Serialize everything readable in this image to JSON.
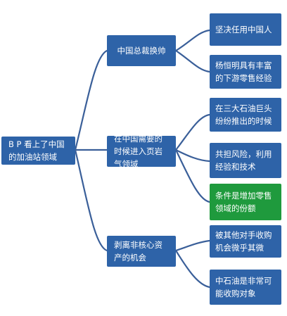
{
  "colors": {
    "node_blue": "#2e63a8",
    "node_green": "#1f9a3d",
    "connector": "#3a5f99"
  },
  "root": {
    "label": "B P 看上了中国的加油站领域"
  },
  "branches": [
    {
      "label": "中国总裁换帅",
      "leaves": [
        {
          "label": "坚决任用中国人",
          "color": "blue"
        },
        {
          "label": "杨恒明具有丰富的下游零售经验",
          "color": "blue"
        }
      ]
    },
    {
      "label": "在中国需要的时候进入页岩气领域",
      "leaves": [
        {
          "label": "在三大石油巨头纷纷推出的时候",
          "color": "blue"
        },
        {
          "label": "共担风险，利用经验和技术",
          "color": "blue"
        },
        {
          "label": "条件是增加零售领域的份额",
          "color": "green"
        }
      ]
    },
    {
      "label": "剥离非核心资产的机会",
      "leaves": [
        {
          "label": "被其他对手收购机会微乎其微",
          "color": "blue"
        },
        {
          "label": "中石油是非常可能收购对象",
          "color": "blue"
        }
      ]
    }
  ]
}
